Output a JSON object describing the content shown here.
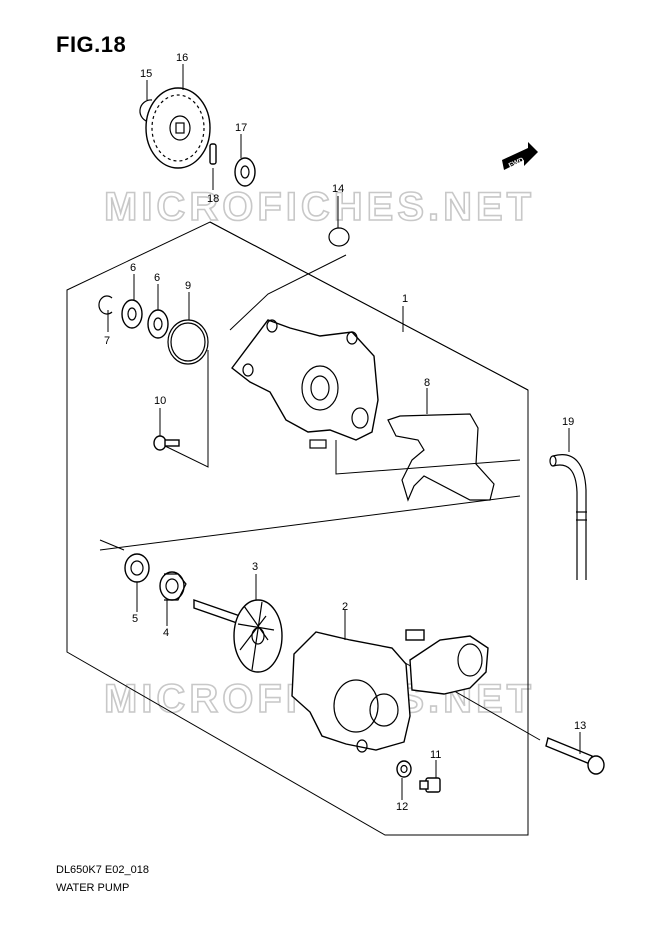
{
  "figure": {
    "title": "FIG.18",
    "code": "DL650K7 E02_018",
    "name": "WATER PUMP"
  },
  "watermark": "MICROFICHES.NET",
  "fwd_label": "FWD",
  "callouts": [
    "1",
    "2",
    "3",
    "4",
    "5",
    "6",
    "6",
    "7",
    "8",
    "9",
    "10",
    "11",
    "12",
    "13",
    "14",
    "15",
    "16",
    "17",
    "18",
    "19"
  ]
}
